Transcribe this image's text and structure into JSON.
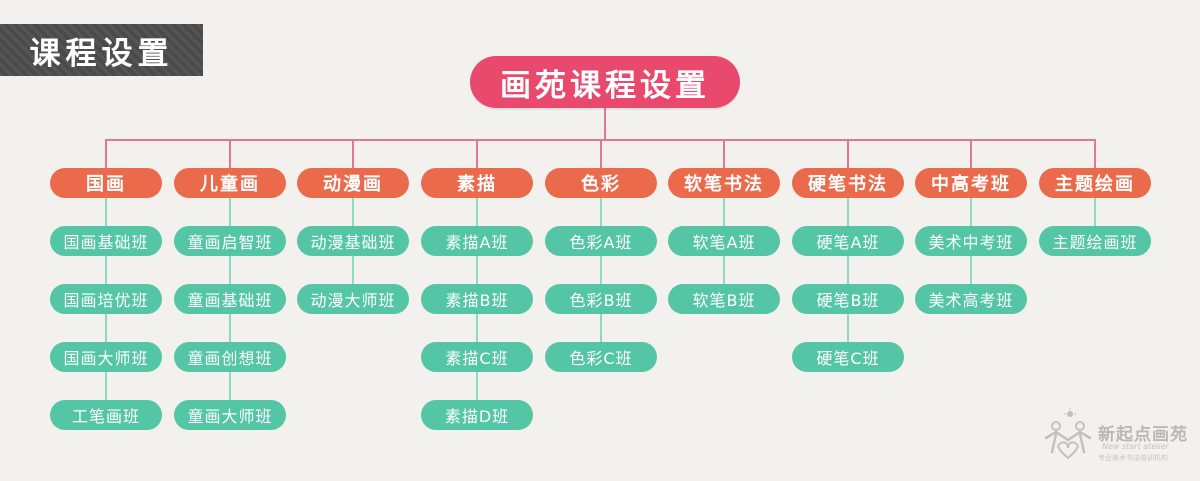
{
  "title": "课程设置",
  "root": {
    "label": "画苑课程设置"
  },
  "categories": [
    {
      "label": "国画",
      "items": [
        "国画基础班",
        "国画培优班",
        "国画大师班",
        "工笔画班"
      ]
    },
    {
      "label": "儿童画",
      "items": [
        "童画启智班",
        "童画基础班",
        "童画创想班",
        "童画大师班"
      ]
    },
    {
      "label": "动漫画",
      "items": [
        "动漫基础班",
        "动漫大师班"
      ]
    },
    {
      "label": "素描",
      "items": [
        "素描A班",
        "素描B班",
        "素描C班",
        "素描D班"
      ]
    },
    {
      "label": "色彩",
      "items": [
        "色彩A班",
        "色彩B班",
        "色彩C班"
      ]
    },
    {
      "label": "软笔书法",
      "items": [
        "软笔A班",
        "软笔B班"
      ]
    },
    {
      "label": "硬笔书法",
      "items": [
        "硬笔A班",
        "硬笔B班",
        "硬笔C班"
      ]
    },
    {
      "label": "中高考班",
      "items": [
        "美术中考班",
        "美术高考班"
      ]
    },
    {
      "label": "主题绘画",
      "items": [
        "主题绘画班"
      ]
    }
  ],
  "logo": {
    "name": "新起点画苑",
    "subtitle": "New start atelier",
    "tagline": "专业美术书法培训机构"
  },
  "colors": {
    "root": "#e8496c",
    "category": "#ec6a4c",
    "item": "#54c6a5",
    "banner": "#4a4a4a",
    "background": "#f3f1ee"
  }
}
